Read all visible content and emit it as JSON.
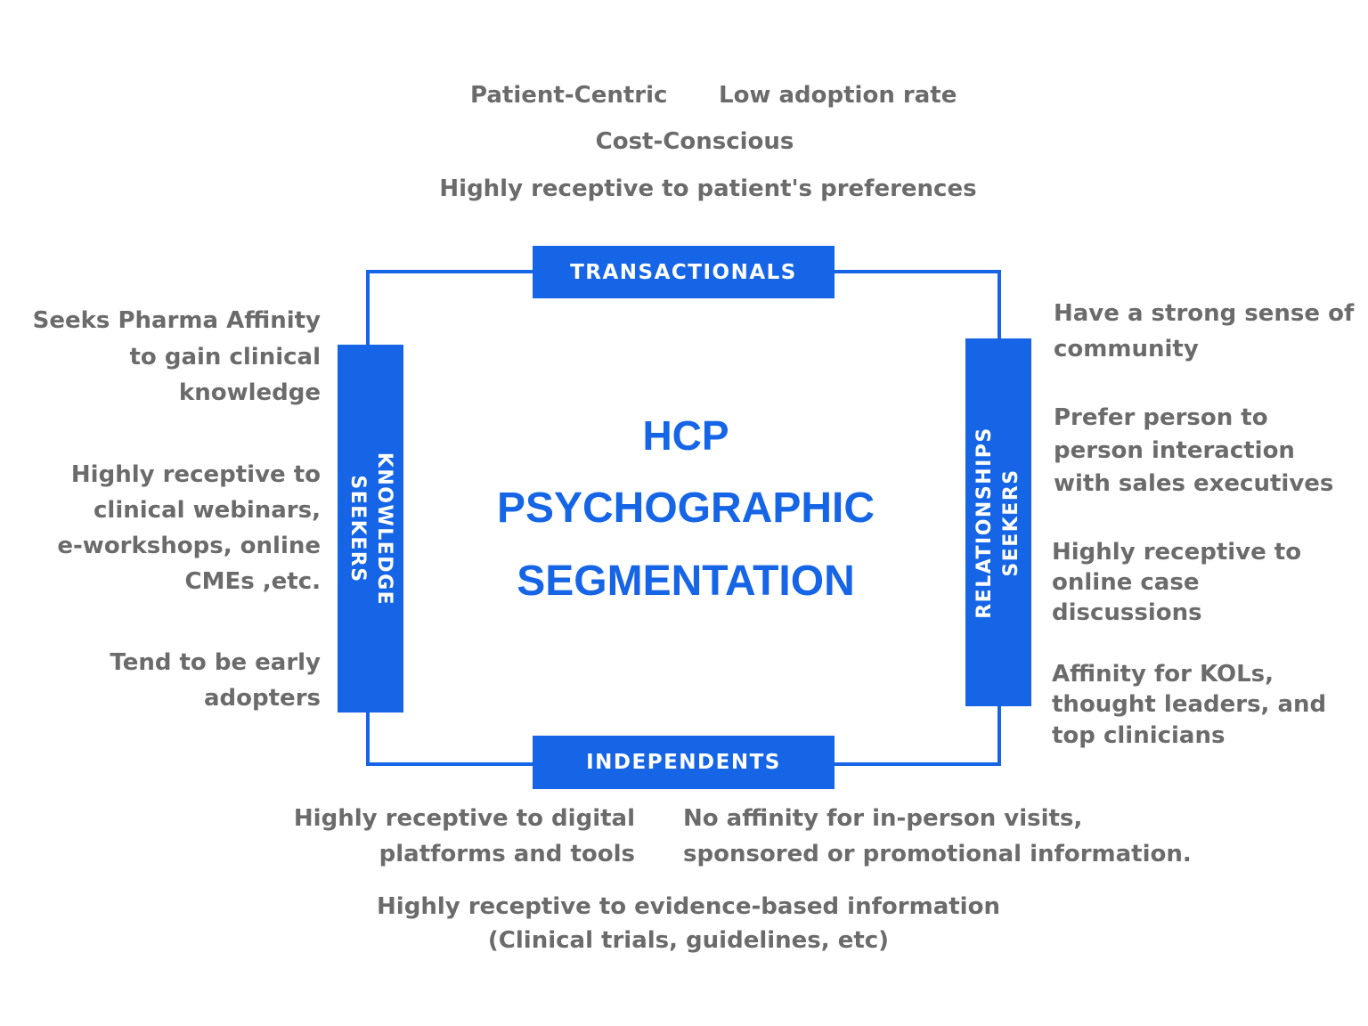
{
  "top": {
    "line1_left": "Patient-Centric",
    "line1_right": "Low adoption rate",
    "line2": "Cost-Conscious",
    "line3": "Highly receptive to patient's preferences"
  },
  "segments": {
    "top": "TRANSACTIONALS",
    "bottom": "INDEPENDENTS",
    "left": [
      "KNOWLEDGE",
      "SEEKERS"
    ],
    "right": [
      "RELATIONSHIPS",
      "SEEKERS"
    ]
  },
  "center_title": [
    "HCP",
    "PSYCHOGRAPHIC",
    "SEGMENTATION"
  ],
  "left_notes": {
    "note1": [
      "Seeks Pharma Affinity",
      "to gain clinical",
      "knowledge"
    ],
    "note2": [
      "Highly receptive to",
      "clinical  webinars,",
      "e-workshops, online",
      "CMEs ,etc."
    ],
    "note3": [
      "Tend to be early",
      "adopters"
    ]
  },
  "right_notes": {
    "note1": [
      "Have a strong sense of",
      "community"
    ],
    "note2": [
      "Prefer person to",
      "person interaction",
      "with sales executives"
    ],
    "note3": [
      "Highly receptive to",
      "online case",
      "discussions"
    ],
    "note4": [
      "Affinity for KOLs,",
      "thought leaders, and",
      "top clinicians"
    ]
  },
  "bottom_notes": {
    "left": [
      "Highly receptive to digital",
      "platforms and tools"
    ],
    "right": [
      "No affinity for in-person visits,",
      "sponsored or promotional information."
    ],
    "center": [
      "Highly receptive to evidence-based information",
      "(Clinical trials, guidelines, etc)"
    ]
  },
  "colors": {
    "accent": "#1565e6",
    "text": "#6b6b6b"
  }
}
